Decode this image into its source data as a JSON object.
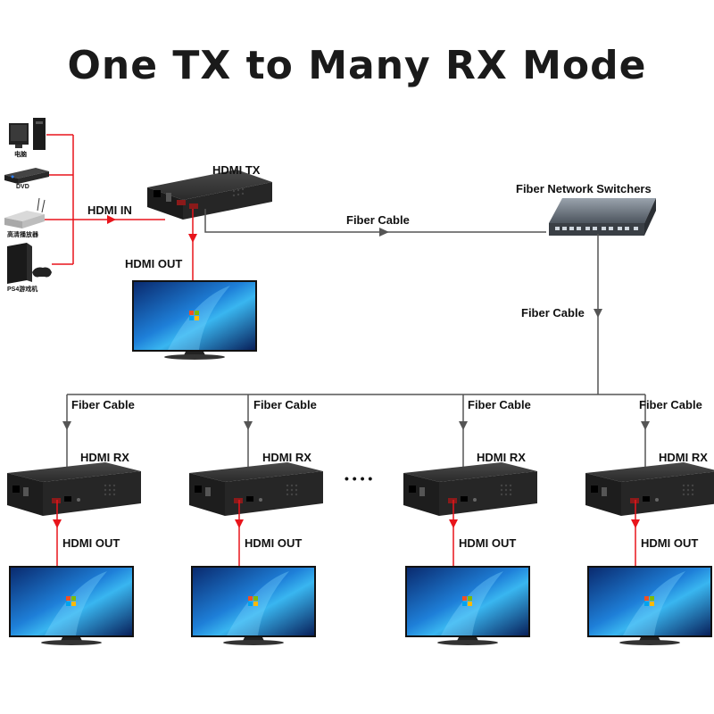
{
  "title": "One TX to Many RX Mode",
  "sources": [
    {
      "label": "电脑",
      "icon": "desktop-pc-icon"
    },
    {
      "label": "DVD",
      "icon": "dvd-player-icon"
    },
    {
      "label": "高清播放器",
      "icon": "hd-player-icon"
    },
    {
      "label": "PS4游戏机",
      "icon": "game-console-icon"
    }
  ],
  "tx": {
    "label": "HDMI TX",
    "input_label": "HDMI IN",
    "output_label": "HDMI OUT"
  },
  "switch": {
    "label": "Fiber Network Switchers"
  },
  "cable_label": "Fiber Cable",
  "receivers": [
    {
      "label": "HDMI RX",
      "cable_label": "Fiber Cable",
      "output_label": "HDMI OUT"
    },
    {
      "label": "HDMI RX",
      "cable_label": "Fiber Cable",
      "output_label": "HDMI OUT"
    },
    {
      "label": "HDMI RX",
      "cable_label": "Fiber Cable",
      "output_label": "HDMI OUT"
    },
    {
      "label": "HDMI RX",
      "cable_label": "Fiber Cable",
      "output_label": "HDMI OUT"
    }
  ],
  "ellipsis": "• • • •",
  "colors": {
    "hdmi_line": "#e8141b",
    "fiber_line": "#555555",
    "device": "#2a2a2a"
  }
}
